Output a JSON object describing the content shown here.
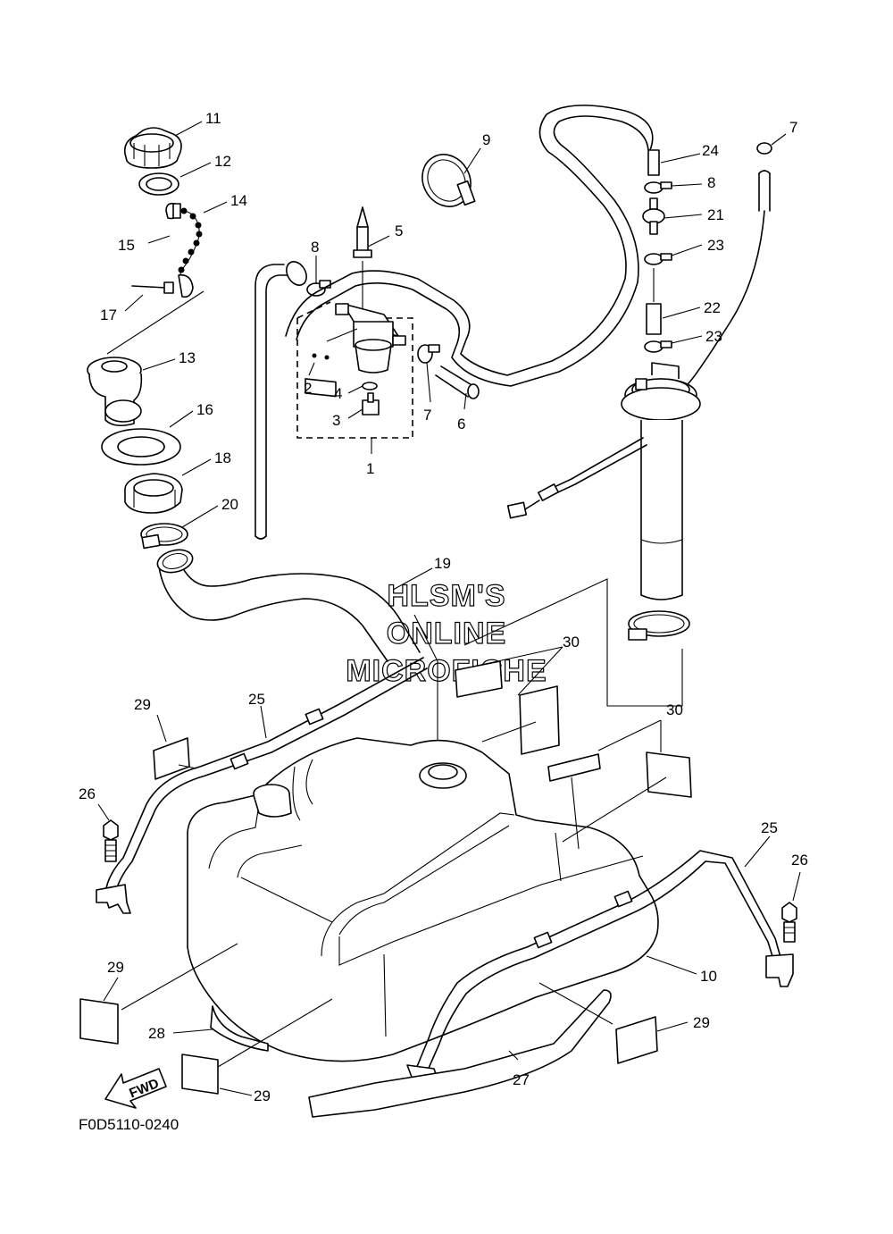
{
  "diagram": {
    "callouts": [
      {
        "id": "c11",
        "text": "11"
      },
      {
        "id": "c12",
        "text": "12"
      },
      {
        "id": "c14",
        "text": "14"
      },
      {
        "id": "c15",
        "text": "15"
      },
      {
        "id": "c17",
        "text": "17"
      },
      {
        "id": "c13",
        "text": "13"
      },
      {
        "id": "c16",
        "text": "16"
      },
      {
        "id": "c18",
        "text": "18"
      },
      {
        "id": "c20",
        "text": "20"
      },
      {
        "id": "c9",
        "text": "9"
      },
      {
        "id": "c5",
        "text": "5"
      },
      {
        "id": "c8a",
        "text": "8"
      },
      {
        "id": "c2",
        "text": "2"
      },
      {
        "id": "c4",
        "text": "4"
      },
      {
        "id": "c3",
        "text": "3"
      },
      {
        "id": "c1",
        "text": "1"
      },
      {
        "id": "c7a",
        "text": "7"
      },
      {
        "id": "c6",
        "text": "6"
      },
      {
        "id": "c24",
        "text": "24"
      },
      {
        "id": "c7b",
        "text": "7"
      },
      {
        "id": "c8b",
        "text": "8"
      },
      {
        "id": "c21",
        "text": "21"
      },
      {
        "id": "c23a",
        "text": "23"
      },
      {
        "id": "c22",
        "text": "22"
      },
      {
        "id": "c23b",
        "text": "23"
      },
      {
        "id": "c19",
        "text": "19"
      },
      {
        "id": "c30a",
        "text": "30"
      },
      {
        "id": "c30b",
        "text": "30"
      },
      {
        "id": "c29a",
        "text": "29"
      },
      {
        "id": "c25a",
        "text": "25"
      },
      {
        "id": "c26a",
        "text": "26"
      },
      {
        "id": "c25b",
        "text": "25"
      },
      {
        "id": "c26b",
        "text": "26"
      },
      {
        "id": "c10",
        "text": "10"
      },
      {
        "id": "c29b",
        "text": "29"
      },
      {
        "id": "c29c",
        "text": "29"
      },
      {
        "id": "c28",
        "text": "28"
      },
      {
        "id": "c27",
        "text": "27"
      },
      {
        "id": "c29d",
        "text": "29"
      }
    ],
    "watermark": [
      "HLSM'S",
      "ONLINE",
      "MICROFICHE"
    ],
    "fwd_label": "FWD",
    "part_code": "F0D5110-0240"
  }
}
